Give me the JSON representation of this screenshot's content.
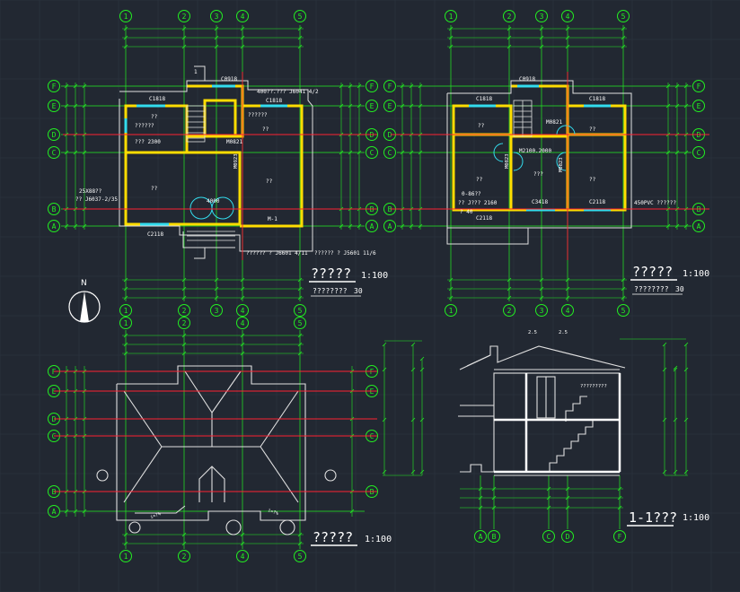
{
  "axis_numbers": [
    "1",
    "2",
    "3",
    "4",
    "5"
  ],
  "axis_letters": [
    "F",
    "E",
    "D",
    "C",
    "B",
    "A"
  ],
  "section_axis_letters": [
    "A",
    "B",
    "C",
    "D",
    "F"
  ],
  "sheet_titles": {
    "plan1": "?????",
    "plan2": "?????",
    "roof": "?????",
    "section": "1-1???"
  },
  "scales": {
    "plan1": "1:100",
    "plan2": "1:100",
    "roof": "1:100",
    "section": "1:100"
  },
  "sub_titles": {
    "plan1": "????????",
    "plan1_num": "30",
    "plan2": "????????",
    "plan2_num": "30"
  },
  "north_label": "N",
  "plan1_labels": {
    "window_c0918": "C0918",
    "window_c1818": "C1818",
    "window_c1818b": "C1818",
    "window_c2118": "C2118",
    "room_small": "??",
    "room_dims": "???  2300",
    "room_dims_top": "??????",
    "room_left": "??",
    "room_right": "??",
    "room_right_top": "??????",
    "room_right_top2": "??",
    "door_m0821": "M0821",
    "door_m0923": "M0923",
    "door_m1": "M-1",
    "note_top": "400??.???  J6041 4/2",
    "note_left1": "25X88??",
    "note_left2": "?? J6037-2/35",
    "note_bot1": "?????? ?  J6601 4/11",
    "note_bot2": "??????  ?  J5601 11/6",
    "stair_mark": "4000",
    "number_1": "1"
  },
  "plan2_labels": {
    "window_c0918": "C0918",
    "window_c1818": "C1818",
    "window_c1818b": "C1818",
    "window_c2118": "C2118",
    "window_c3418": "C3418",
    "room_a": "??",
    "room_b": "??",
    "room_c": "??",
    "room_d": "??",
    "room_e": "???",
    "door_m0823a": "M0823",
    "door_m0823b": "M0823",
    "door_m0821": "M0821",
    "door_m2100": "M2100.2000",
    "window_c2118b": "C2118",
    "note_bal1": "0-86??",
    "note_bal2": "?? J???   2160",
    "note_bal3": "?      40",
    "note_right": "450PVC ??????"
  },
  "section_labels": {
    "slope_a": "2.5",
    "slope_b": "2.5",
    "note": "?????????"
  },
  "roof_labels": {
    "slope1": "i=?%",
    "slope2": "i=?%"
  }
}
